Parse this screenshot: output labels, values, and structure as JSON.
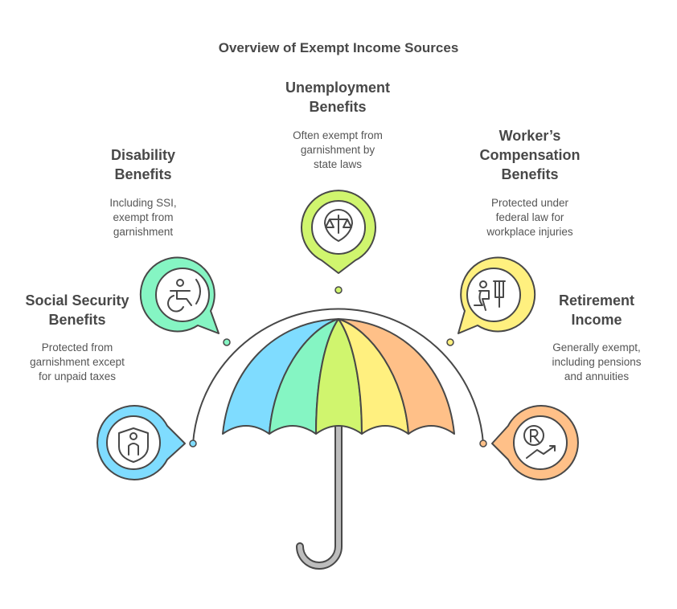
{
  "title": "Overview of Exempt Income Sources",
  "items": [
    {
      "heading": [
        "Social Security",
        "Benefits"
      ],
      "description": [
        "Protected from",
        "garnishment except",
        "for unpaid taxes"
      ],
      "icon": "shield-person-icon",
      "color": "#7fdcff"
    },
    {
      "heading": [
        "Disability",
        "Benefits"
      ],
      "description": [
        "Including SSI,",
        "exempt from",
        "garnishment"
      ],
      "icon": "wheelchair-icon",
      "color": "#85f5c3"
    },
    {
      "heading": [
        "Unemployment",
        "Benefits"
      ],
      "description": [
        "Often exempt from",
        "garnishment by",
        "state laws"
      ],
      "icon": "scales-icon",
      "color": "#d0f56e"
    },
    {
      "heading": [
        "Worker’s",
        "Compensation",
        "Benefits"
      ],
      "description": [
        "Protected under",
        "federal law for",
        "workplace injuries"
      ],
      "icon": "injured-worker-crutch-icon",
      "color": "#fff07f"
    },
    {
      "heading": [
        "Retirement",
        "Income"
      ],
      "description": [
        "Generally exempt,",
        "including pensions",
        "and annuities"
      ],
      "icon": "rupee-growth-icon",
      "color": "#ffc088"
    }
  ]
}
